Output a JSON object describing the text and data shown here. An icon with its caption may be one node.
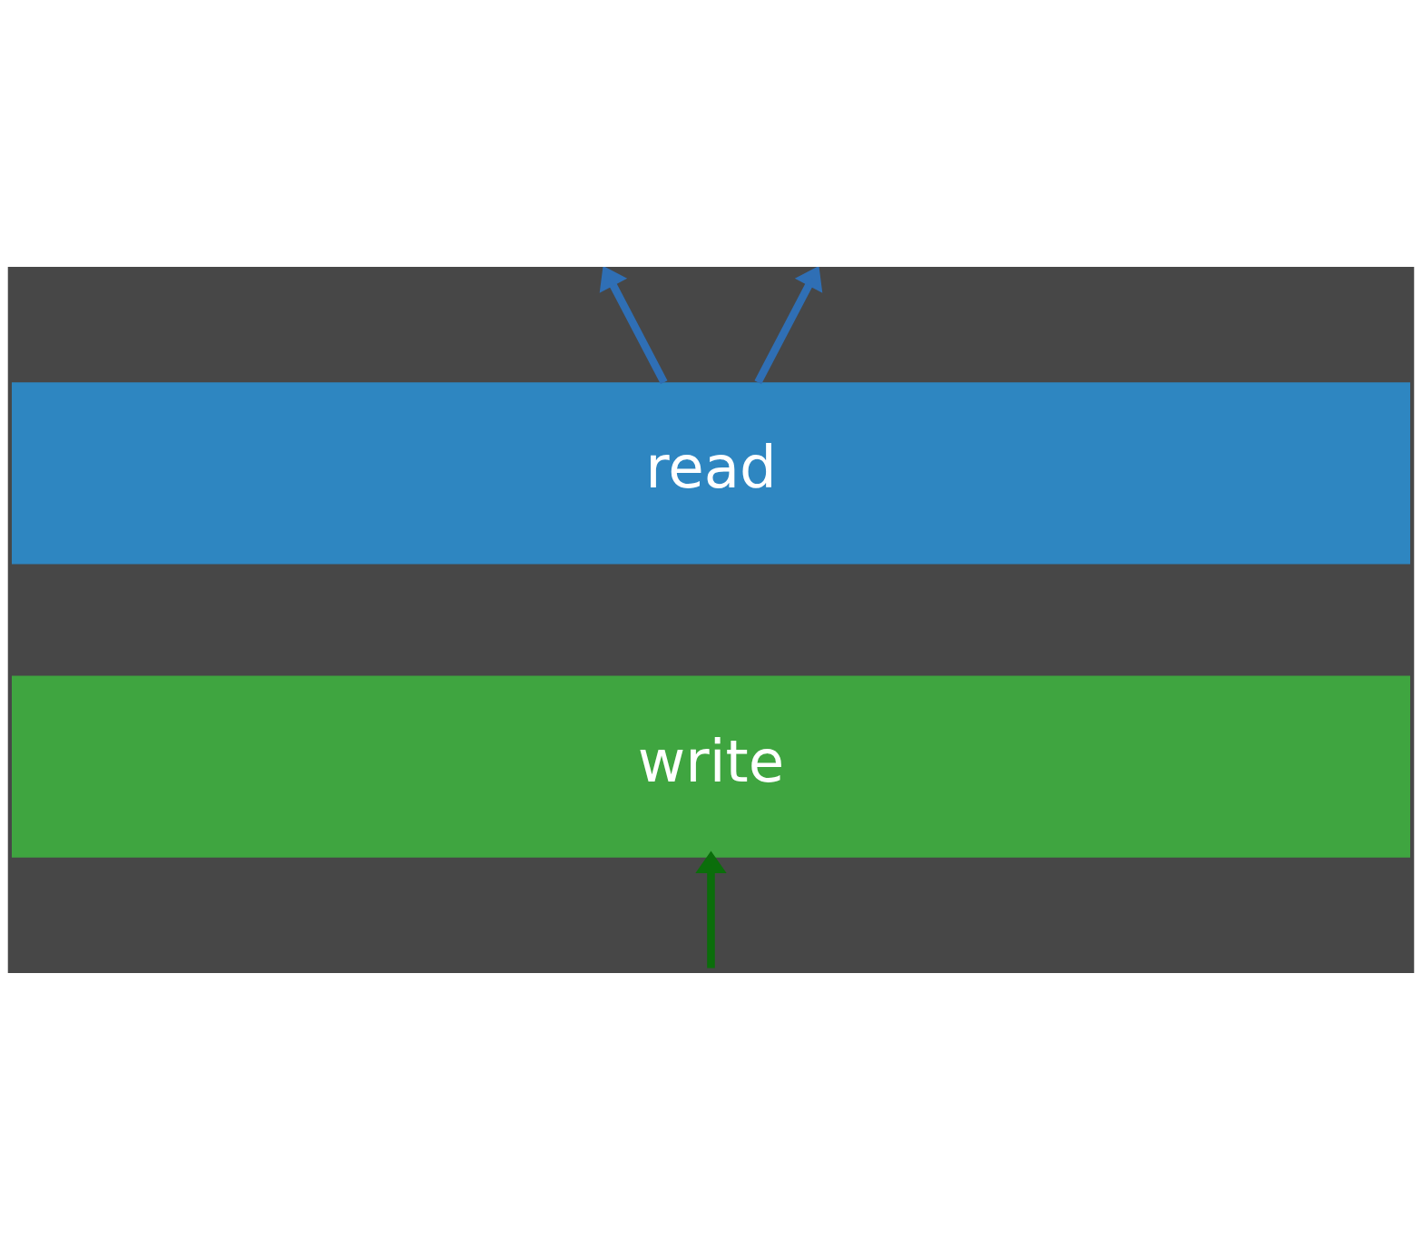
{
  "diagram": {
    "nodes": [
      {
        "text": [
          "read"
        ]
      },
      {
        "text": [
          "write"
        ]
      }
    ],
    "edges": [
      {
        "from": 0,
        "to": null,
        "arrow": "to"
      },
      {
        "from": 0,
        "to": null,
        "arrow": "to"
      },
      {
        "from": null,
        "to": 1,
        "arrow": "to",
        "color": "#0b6e0b"
      }
    ]
  }
}
